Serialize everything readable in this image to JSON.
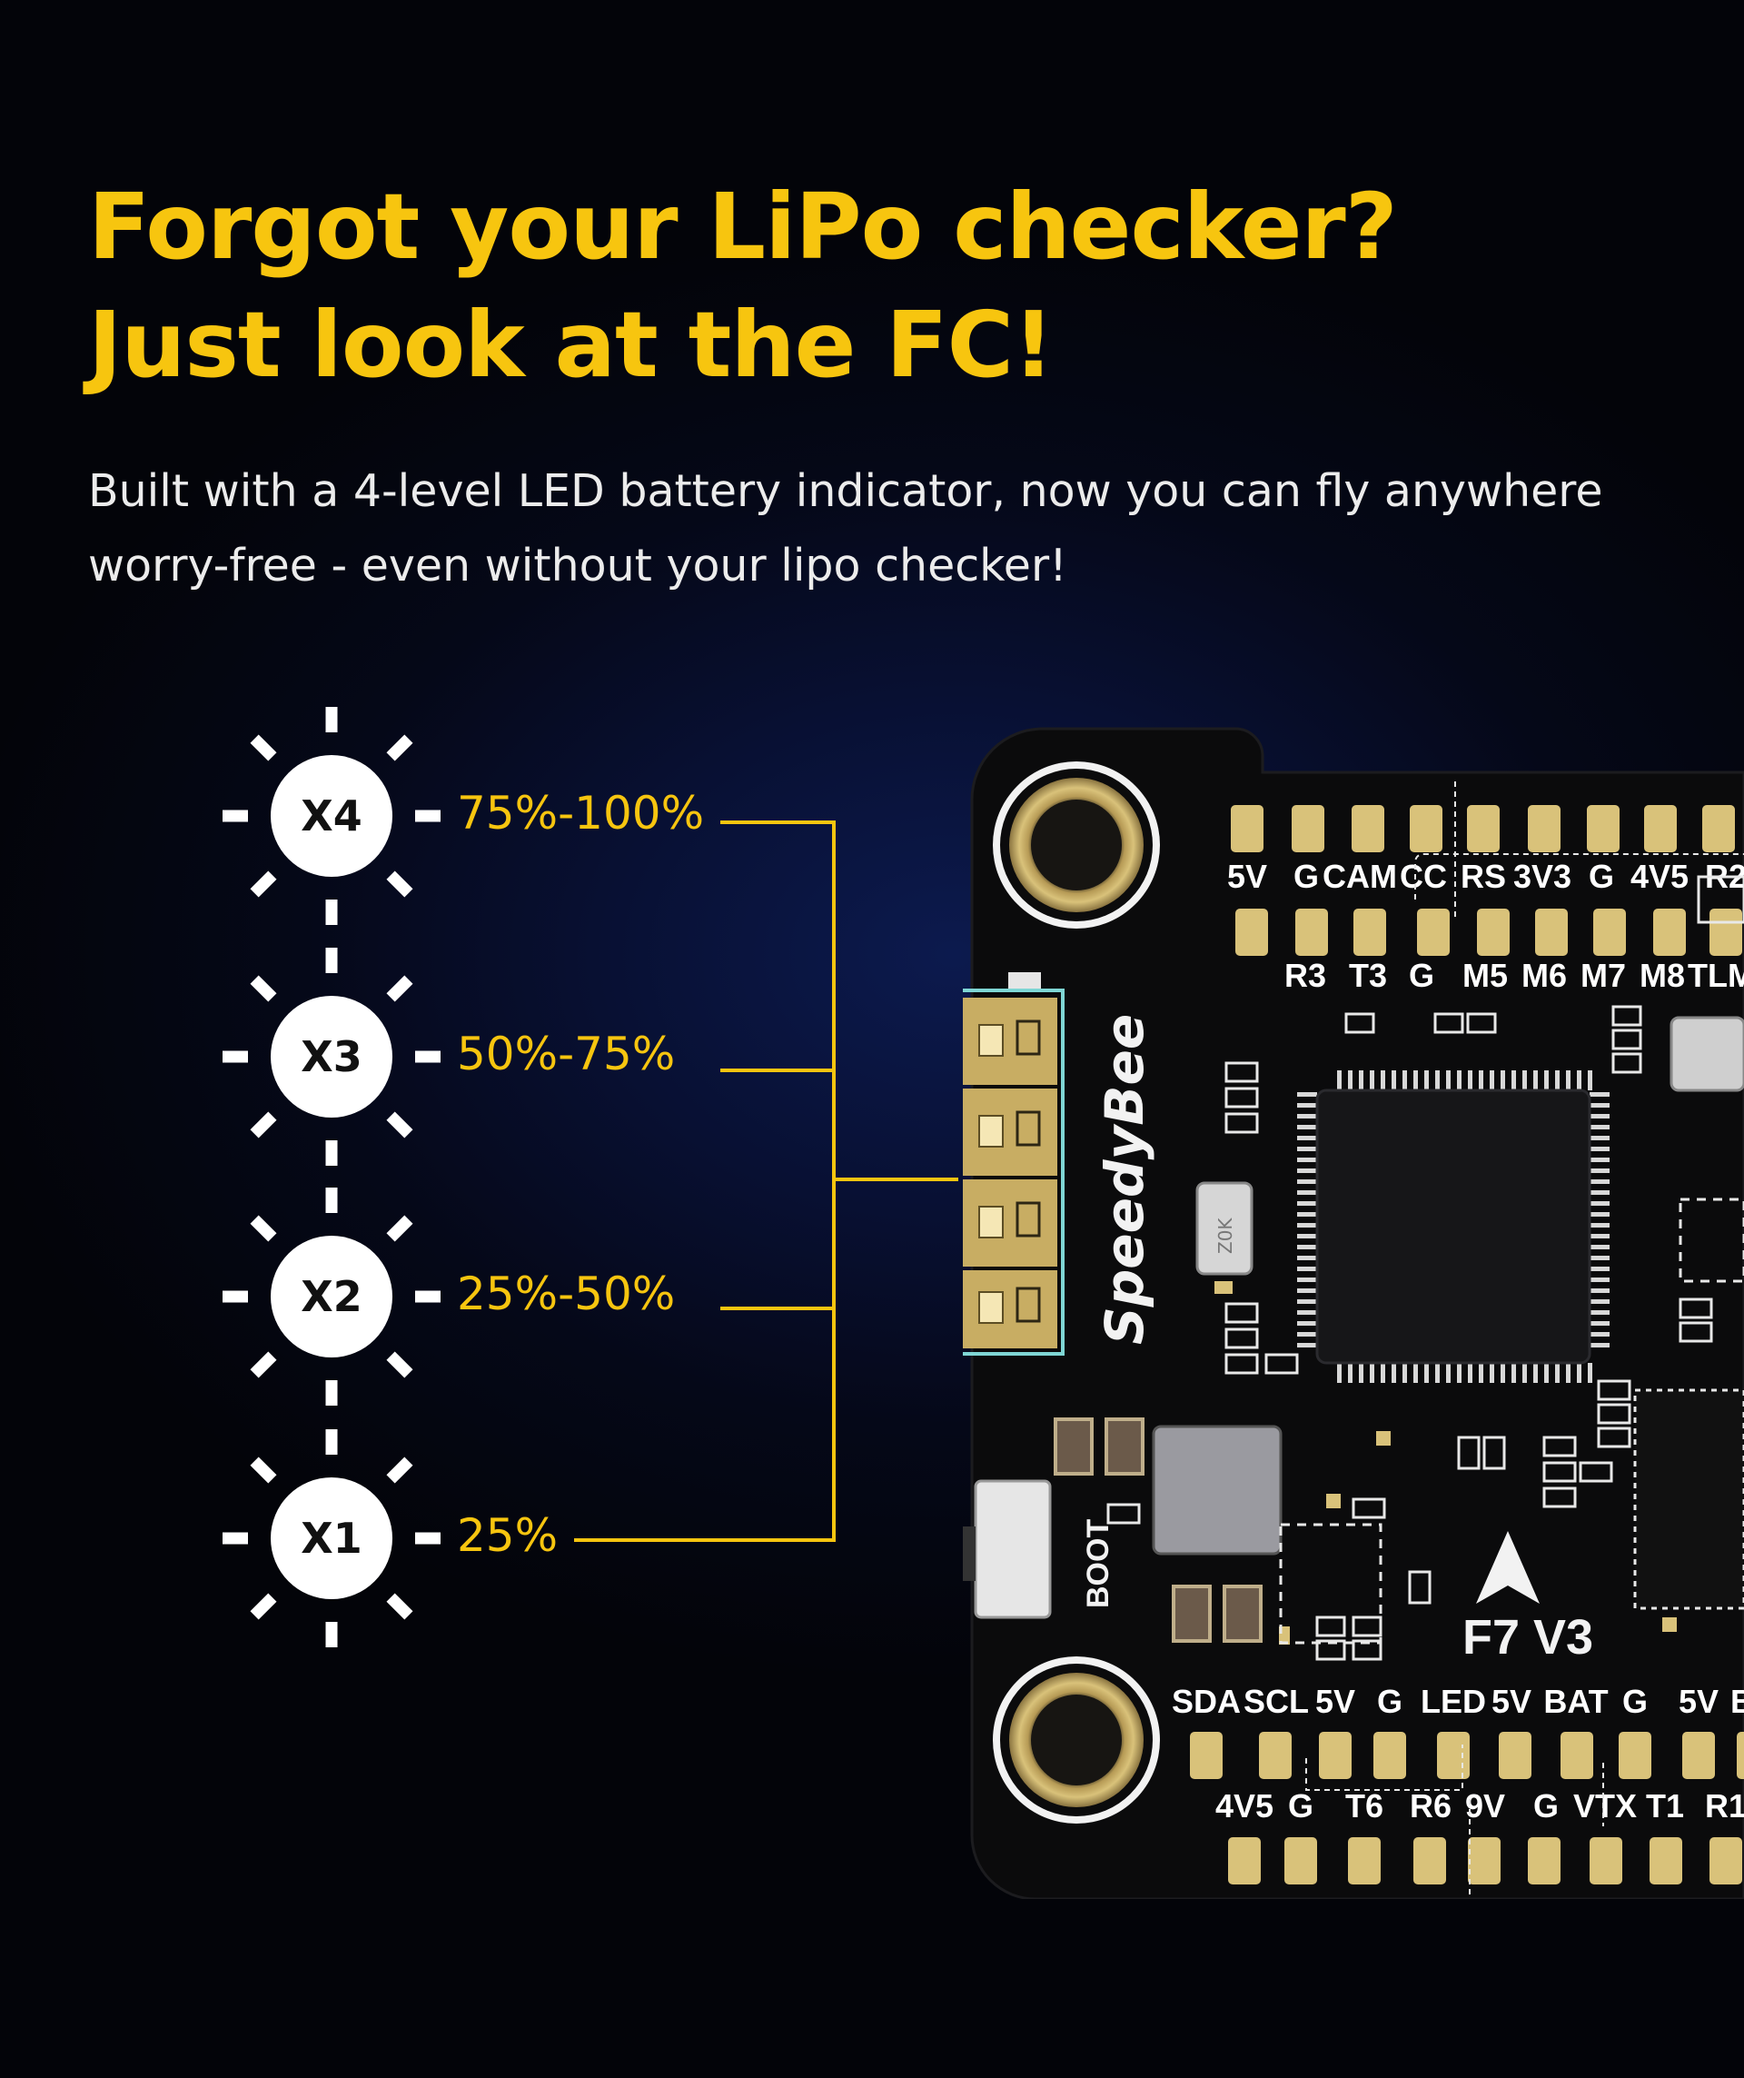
{
  "headline": {
    "line1": "Forgot your LiPo checker?",
    "line2": "Just look at the FC!"
  },
  "description": "Built with a 4-level LED battery indicator, now you can fly anywhere worry-free - even without your lipo checker!",
  "leds": [
    {
      "label": "X4",
      "range": "75%-100%"
    },
    {
      "label": "X3",
      "range": "50%-75%"
    },
    {
      "label": "X2",
      "range": "25%-50%"
    },
    {
      "label": "X1",
      "range": "25%"
    }
  ],
  "board": {
    "brand": "SpeedyBee",
    "model": "F7 V3",
    "boot_label": "BOOT",
    "resistor_marking": "Z0K",
    "top_pads_row1": [
      "5V",
      "G",
      "CAM",
      "CC",
      "RS",
      "3V3",
      "G",
      "4V5",
      "R2"
    ],
    "top_pads_row2": [
      "R3",
      "T3",
      "G",
      "M5",
      "M6",
      "M7",
      "M8",
      "TLM"
    ],
    "bottom_pads_row1": [
      "SDA",
      "SCL",
      "5V",
      "G",
      "LED",
      "5V",
      "BAT",
      "G",
      "5V",
      "B"
    ],
    "bottom_pads_row2": [
      "4V5",
      "G",
      "T6",
      "R6",
      "9V",
      "G",
      "VTX",
      "T1",
      "R1"
    ]
  },
  "colors": {
    "accent": "#f7c50f",
    "highlight": "#7fd6d4",
    "pad_gold": "#d9c27a",
    "board": "#0b0b0c"
  }
}
